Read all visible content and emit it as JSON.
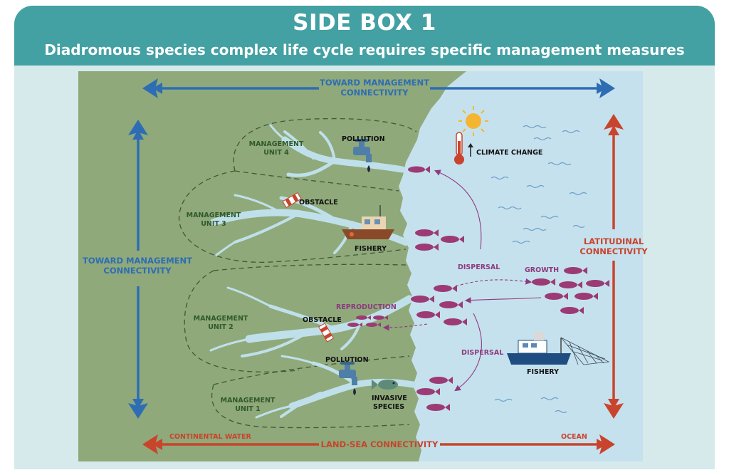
{
  "header": {
    "title": "SIDE BOX 1",
    "subtitle": "Diadromous species complex life cycle requires specific management measures"
  },
  "axes": {
    "top_line1": "TOWARD MANAGEMENT",
    "top_line2": "CONNECTIVITY",
    "left_line1": "TOWARD MANAGEMENT",
    "left_line2": "CONNECTIVITY",
    "right_line1": "LATITUDINAL",
    "right_line2": "CONNECTIVITY",
    "bottom": "LAND-SEA CONNECTIVITY",
    "bottom_left": "CONTINENTAL WATER",
    "bottom_right": "OCEAN"
  },
  "units": {
    "u4_line1": "MANAGEMENT",
    "u4_line2": "UNIT 4",
    "u3_line1": "MANAGEMENT",
    "u3_line2": "UNIT 3",
    "u2_line1": "MANAGEMENT",
    "u2_line2": "UNIT 2",
    "u1_line1": "MANAGEMENT",
    "u1_line2": "UNIT 1"
  },
  "pressures": {
    "pollution_top": "POLLUTION",
    "obstacle_top": "OBSTACLE",
    "fishery_river": "FISHERY",
    "obstacle_mid": "OBSTACLE",
    "pollution_bottom": "POLLUTION",
    "invasive_line1": "INVASIVE",
    "invasive_line2": "SPECIES",
    "climate_change": "CLIMATE CHANGE",
    "fishery_ocean": "FISHERY"
  },
  "process": {
    "dispersal_top": "DISPERSAL",
    "growth": "GROWTH",
    "reproduction": "REPRODUCTION",
    "dispersal_bottom": "DISPERSAL"
  },
  "colors": {
    "land": "#8fa97a",
    "ocean": "#c6e1ee",
    "river": "#bfe0ea",
    "teal": "#43a0a3",
    "blue_axis": "#2e6db4",
    "red_axis": "#c8442c",
    "unit_text": "#2f5a2c",
    "purple": "#8d3b7f",
    "fish": "#9b3a75"
  }
}
